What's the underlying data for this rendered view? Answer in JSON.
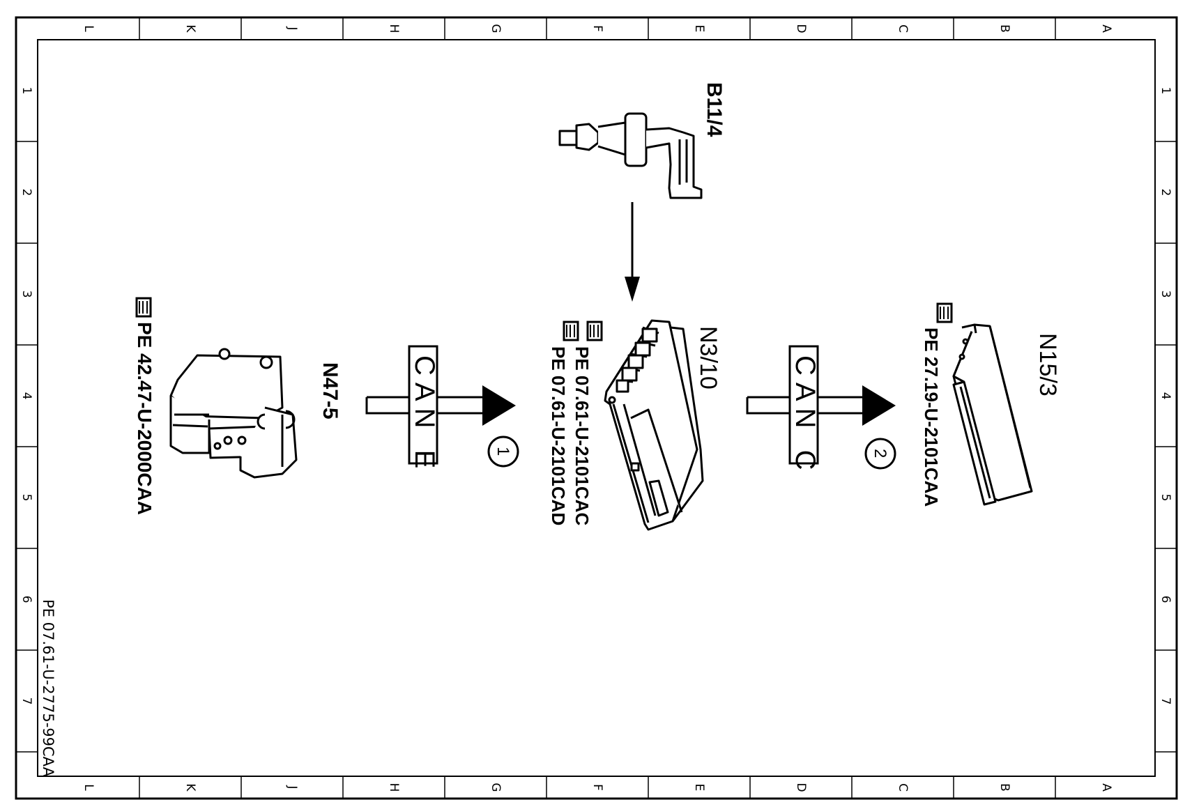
{
  "frame": {
    "columns": [
      "L",
      "K",
      "J",
      "H",
      "G",
      "F",
      "E",
      "D",
      "C",
      "B",
      "A"
    ],
    "rows": [
      "1",
      "2",
      "3",
      "4",
      "5",
      "6",
      "7"
    ]
  },
  "diagram_id": "PE 07.61-U-2775-99CAA",
  "components": {
    "abs_unit": {
      "id": "N47-5",
      "ref": "PE 42.47-U-2000CAA"
    },
    "sensor": {
      "id": "B11/4"
    },
    "control_unit": {
      "id": "N3/10",
      "refs": [
        "PE 07.61-U-2101CAC",
        "PE 07.61-U-2101CAD"
      ]
    },
    "module": {
      "id": "N15/3",
      "ref": "PE 27.19-U-2101CAA"
    }
  },
  "connections": [
    {
      "bus": "CAN E",
      "number": "1"
    },
    {
      "bus": "CAN C",
      "number": "2"
    }
  ],
  "icons": {
    "reference": "pointing-hand-icon"
  }
}
